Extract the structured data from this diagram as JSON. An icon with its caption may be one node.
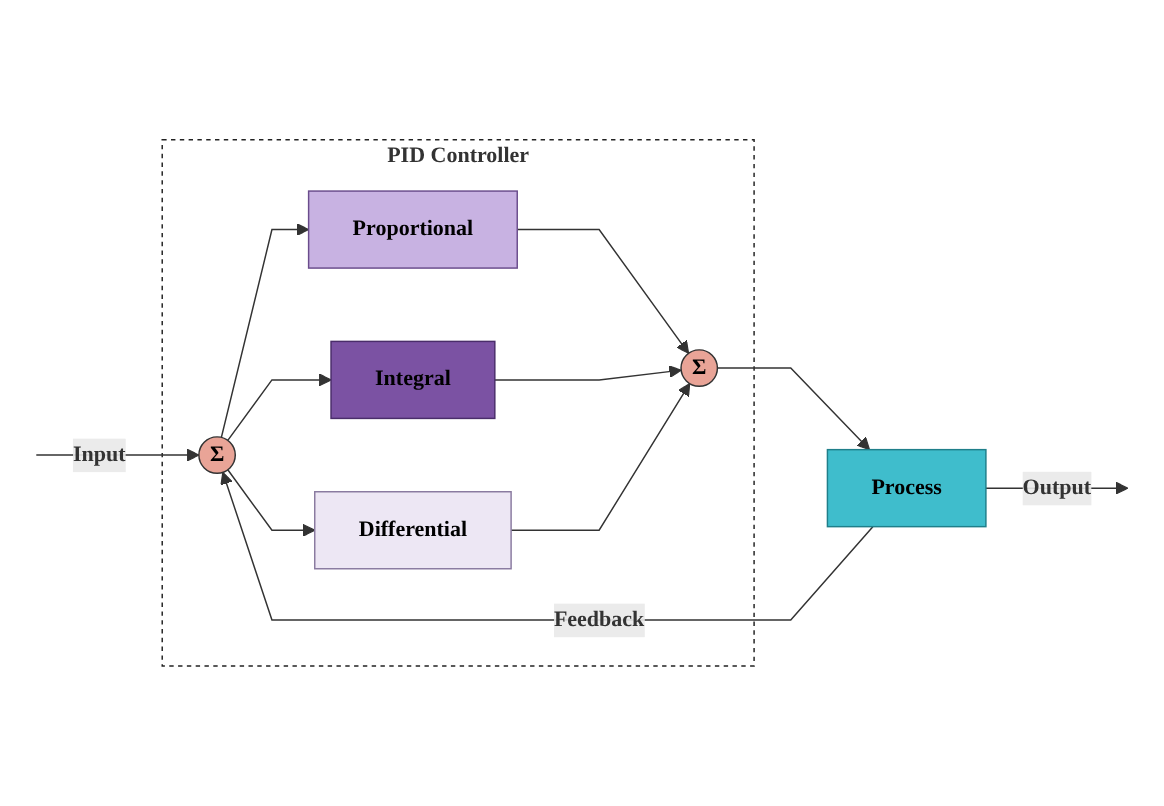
{
  "diagram": {
    "nodes": [
      {
        "text": [
          "PID Controller"
        ]
      },
      {
        "text": [
          "Σ"
        ],
        "in": 0
      },
      {
        "text": [
          "Proportional"
        ],
        "in": 0
      },
      {
        "text": [
          "Integral"
        ],
        "in": 0
      },
      {
        "text": [
          "Differential"
        ],
        "in": 0
      },
      {
        "text": [
          "Σ"
        ],
        "in": 0
      },
      {
        "text": [
          "Process"
        ]
      }
    ],
    "edges": [
      {
        "from": null,
        "to": 1,
        "arrow": "to",
        "label": "Input"
      },
      {
        "from": 1,
        "to": 2,
        "arrow": "to"
      },
      {
        "from": 1,
        "to": 3,
        "arrow": "to"
      },
      {
        "from": 1,
        "to": 4,
        "arrow": "to"
      },
      {
        "from": 2,
        "to": 5,
        "arrow": "to"
      },
      {
        "from": 3,
        "to": 5,
        "arrow": "to"
      },
      {
        "from": 4,
        "to": 5,
        "arrow": "to"
      },
      {
        "from": 5,
        "to": 6,
        "arrow": "to"
      },
      {
        "from": 6,
        "to": null,
        "arrow": "to",
        "label": "Output"
      },
      {
        "from": 6,
        "to": 1,
        "arrow": "to",
        "label": "Feedback"
      }
    ]
  }
}
